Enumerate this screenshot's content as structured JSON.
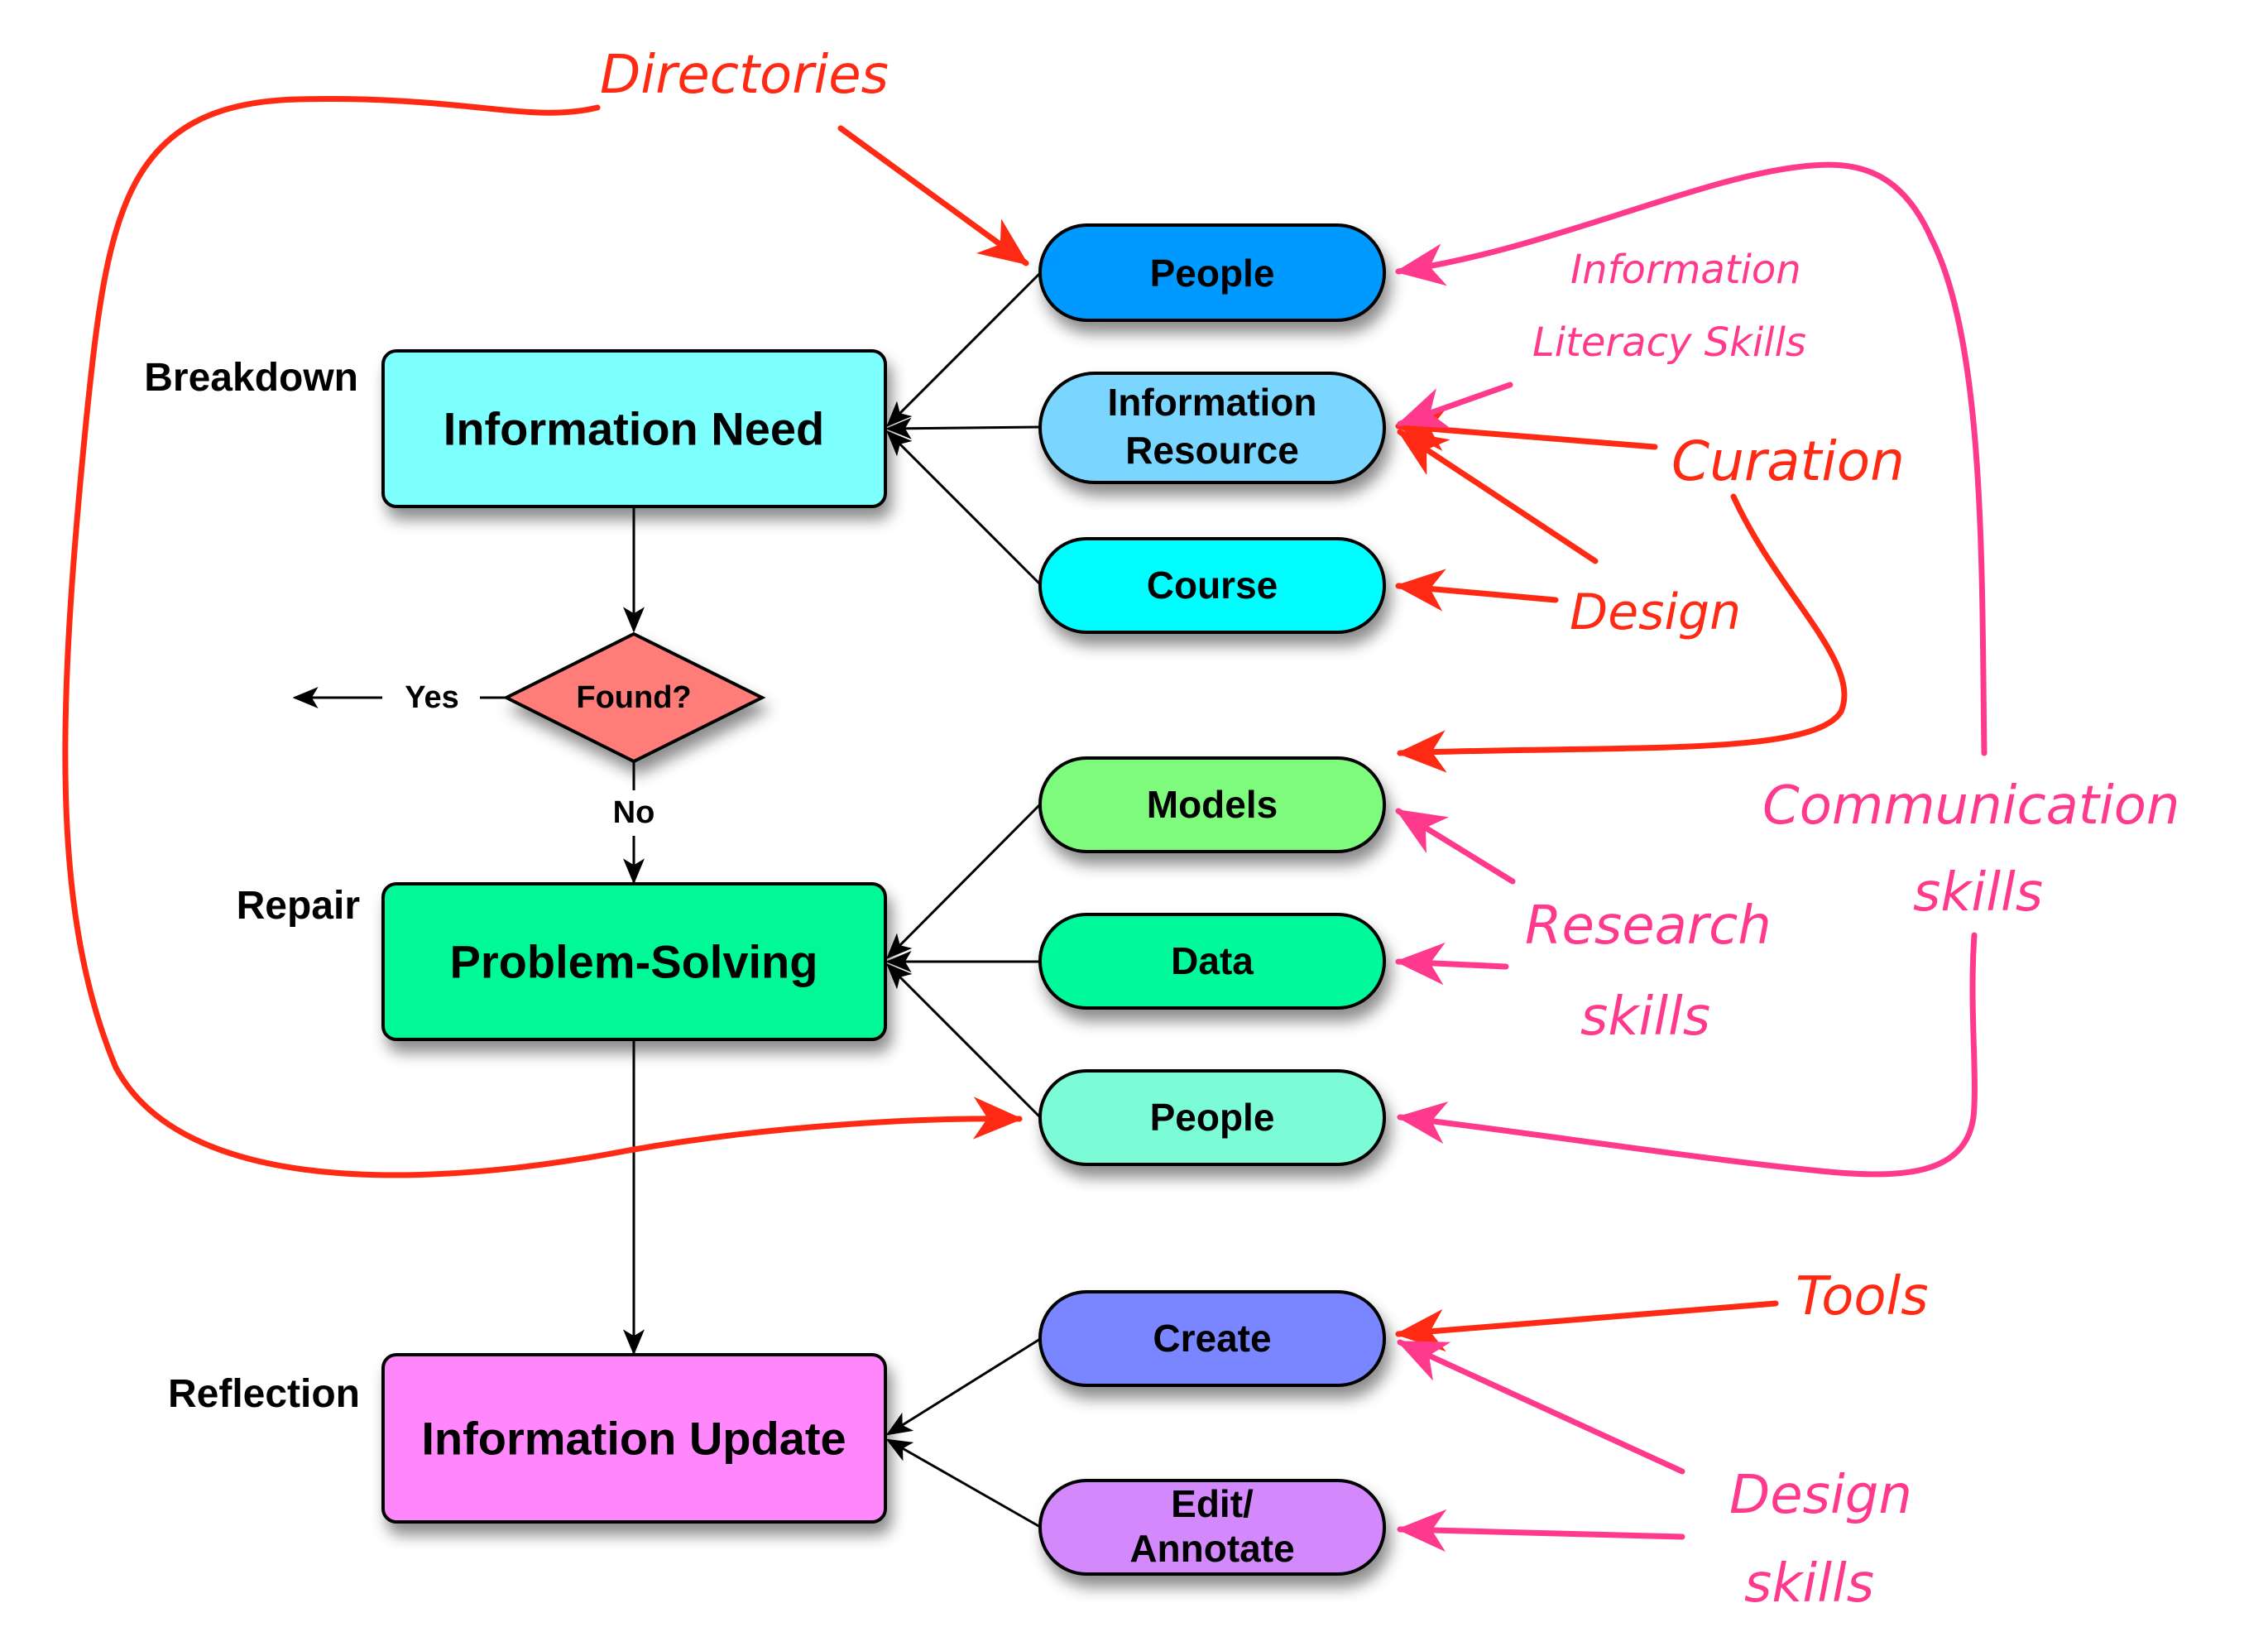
{
  "diagram": {
    "stages": [
      {
        "label": "Breakdown",
        "box": "Information Need",
        "color": "#7bfffd"
      },
      {
        "label": "Repair",
        "box": "Problem-Solving",
        "color": "#00f996"
      },
      {
        "label": "Reflection",
        "box": "Information Update",
        "color": "#ff87fb"
      }
    ],
    "decision": {
      "label": "Found?",
      "yes": "Yes",
      "no": "No",
      "color": "#ff7d79"
    },
    "sources": {
      "information_need": [
        {
          "line1": "People",
          "line2": "",
          "color": "#0699ff"
        },
        {
          "line1": "Information",
          "line2": "Resource",
          "color": "#7ad6ff"
        },
        {
          "line1": "Course",
          "line2": "",
          "color": "#00fdff"
        }
      ],
      "problem_solving": [
        {
          "line1": "Models",
          "line2": "",
          "color": "#7efa7c"
        },
        {
          "line1": "Data",
          "line2": "",
          "color": "#00f99a"
        },
        {
          "line1": "People",
          "line2": "",
          "color": "#7bfcd6"
        }
      ],
      "information_update": [
        {
          "line1": "Create",
          "line2": "",
          "color": "#7a86ff"
        },
        {
          "line1": "Edit/",
          "line2": "Annotate",
          "color": "#d388fb"
        }
      ]
    },
    "annotations": {
      "directories": "Directories",
      "info_literacy_1": "Information",
      "info_literacy_2": "Literacy Skills",
      "curation": "Curation",
      "design": "Design",
      "communication_1": "Communication",
      "communication_2": "skills",
      "research_1": "Research",
      "research_2": "skills",
      "tools": "Tools",
      "design_skills_1": "Design",
      "design_skills_2": "skills"
    },
    "colors": {
      "annotation_red": "#ff2a14",
      "annotation_pink": "#ff3a8c",
      "edge": "#000000"
    }
  }
}
